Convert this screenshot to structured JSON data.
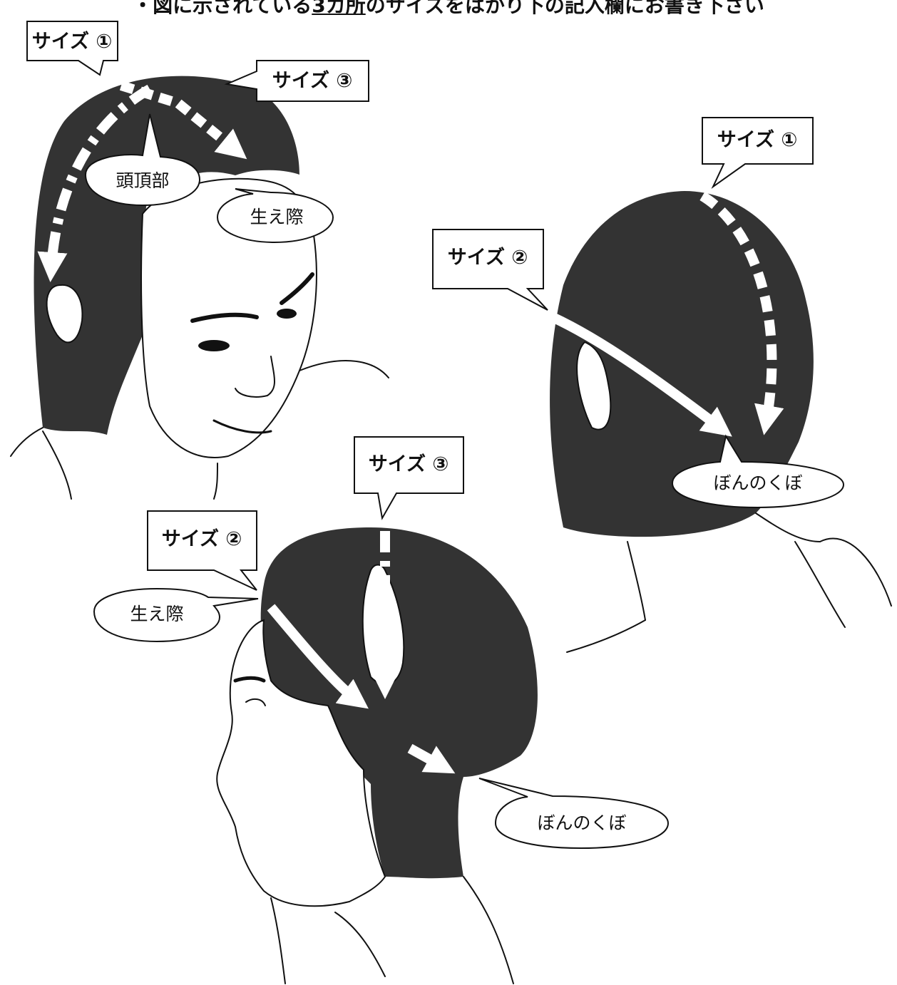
{
  "instruction": {
    "prefix": "・図に示されている",
    "underlined": "3カ所",
    "suffix": "のサイズをはかり下の記入欄にお書き下さい"
  },
  "labels": {
    "size1": "サイズ ①",
    "size2": "サイズ ②",
    "size3": "サイズ ③",
    "crown": "頭頂部",
    "hairline": "生え際",
    "nape": "ぼんのくぼ"
  },
  "colors": {
    "hair": "#333333",
    "line": "#111111",
    "band": "#ffffff"
  }
}
